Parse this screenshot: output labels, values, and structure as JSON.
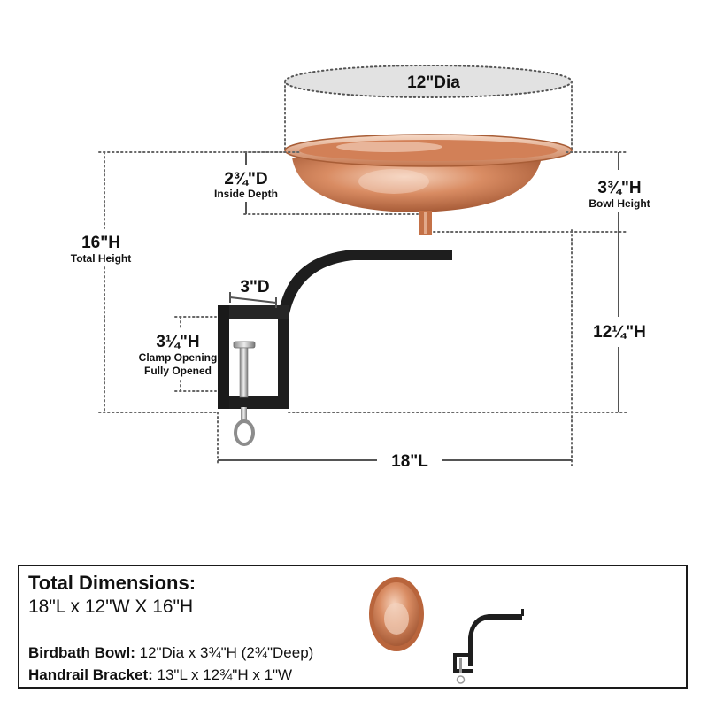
{
  "labels": {
    "diameter": "12\"Dia",
    "inside_depth_value": "2¾\"D",
    "inside_depth_caption": "Inside Depth",
    "bowl_height_value": "3¾\"H",
    "bowl_height_caption": "Bowl Height",
    "total_height_value": "16\"H",
    "total_height_caption": "Total Height",
    "arm_depth_value": "3\"D",
    "clamp_value": "3¼\"H",
    "clamp_caption_1": "Clamp Opening",
    "clamp_caption_2": "Fully Opened",
    "bracket_height_value": "12¼\"H",
    "length_value": "18\"L"
  },
  "summary": {
    "title": "Total Dimensions:",
    "total": "18\"L x 12\"W X 16\"H",
    "bowl_label": "Birdbath Bowl:",
    "bowl_value": " 12\"Dia x 3¾\"H (2¾\"Deep)",
    "bracket_label": "Handrail Bracket:",
    "bracket_value": " 13\"L x 12¾\"H x 1\"W"
  },
  "colors": {
    "copper": "#c9774f",
    "copper_light": "#f4c7ad",
    "bracket": "#1e1e1e",
    "dim_line": "#666666"
  }
}
